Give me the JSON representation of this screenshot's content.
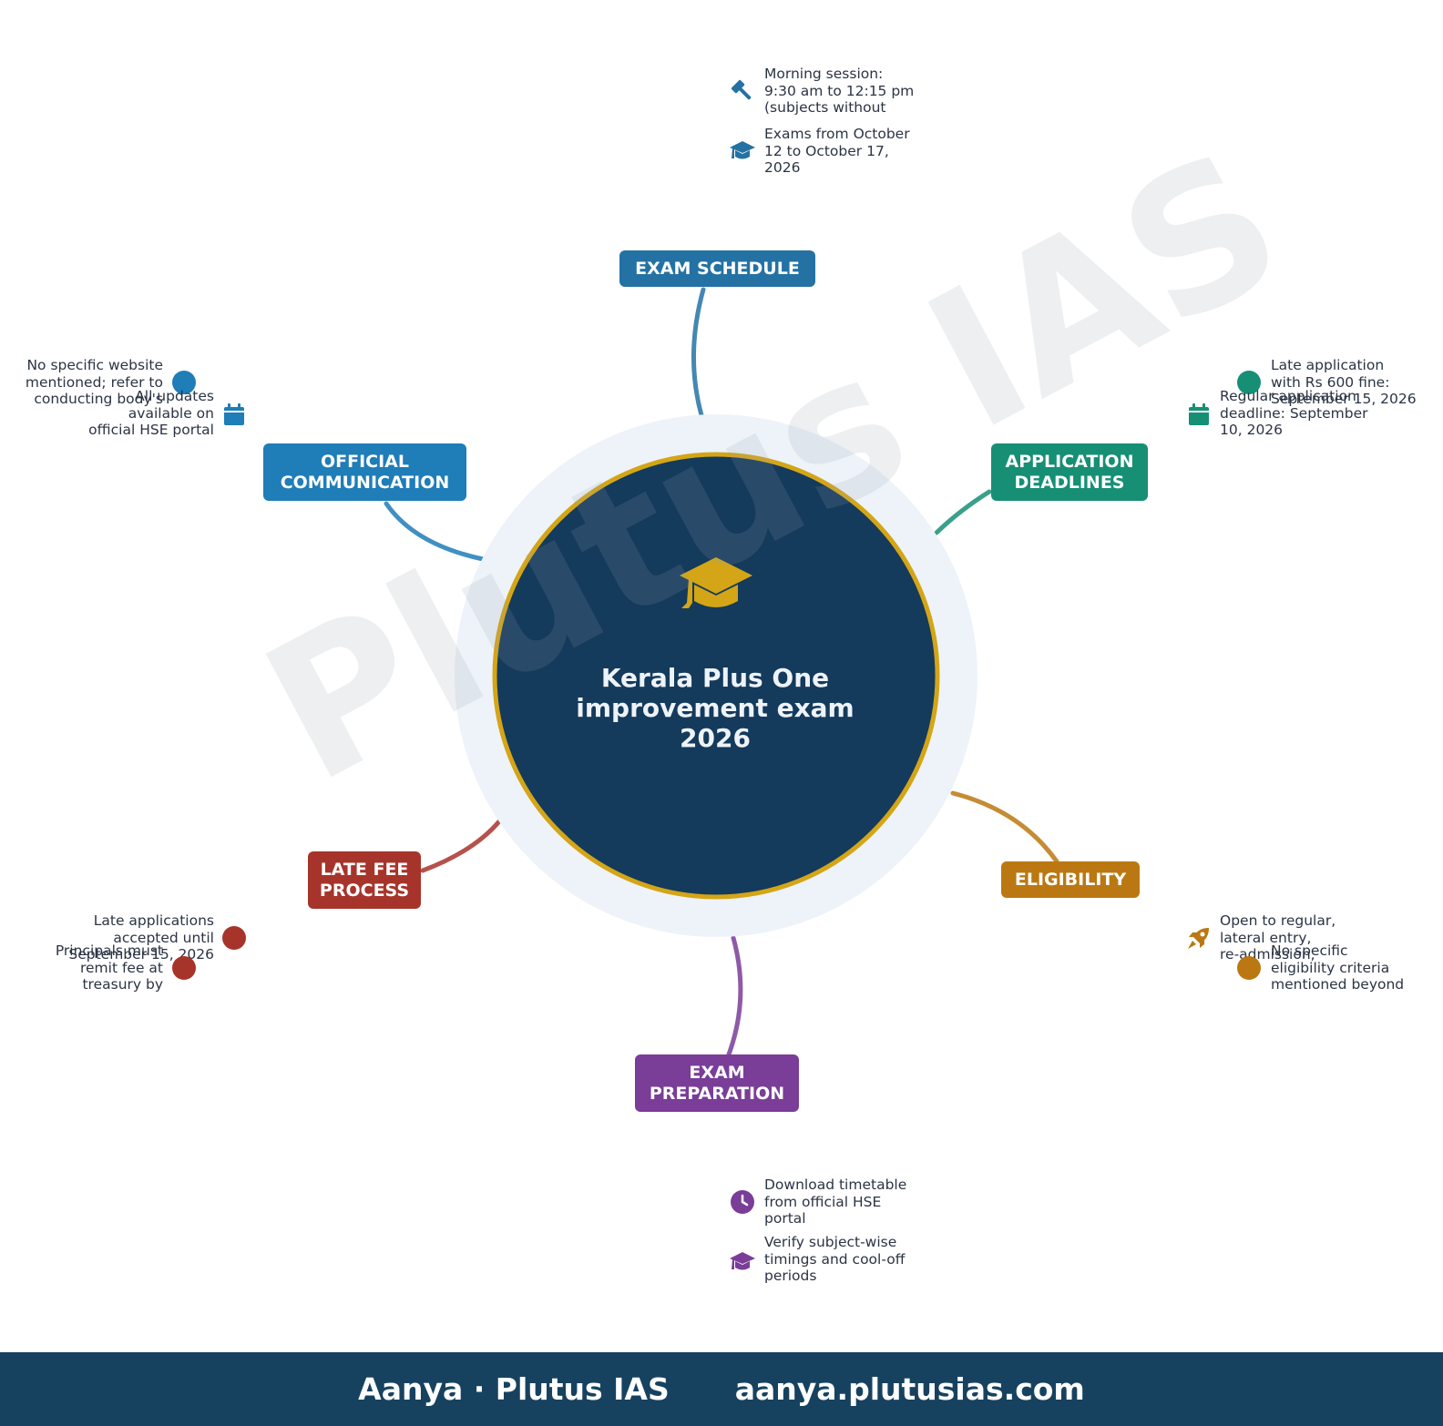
{
  "center": {
    "title": "Kerala Plus One\nimprovement exam\n2026",
    "icon": "graduation-cap-icon",
    "fill_color": "#143a5c",
    "ring_color": "#d4a516",
    "halo_color": "#eef3f9"
  },
  "watermark": "Plutus IAS",
  "branches": [
    {
      "id": "exam-schedule",
      "label": "EXAM SCHEDULE",
      "color": "#2472a4",
      "items": [
        {
          "icon": "gavel-icon",
          "text": "Morning session:\n9:30 am to 12:15 pm\n(subjects without"
        },
        {
          "icon": "graduation-cap-icon",
          "text": "Exams from October\n12 to October 17,\n2026"
        }
      ]
    },
    {
      "id": "application-deadlines",
      "label": "APPLICATION\nDEADLINES",
      "color": "#168f75",
      "items": [
        {
          "icon": "dot-icon",
          "text": "Late application\nwith Rs 600 fine:\nSeptember 15, 2026"
        },
        {
          "icon": "calendar-icon",
          "text": "Regular application\ndeadline: September\n10, 2026"
        }
      ]
    },
    {
      "id": "eligibility",
      "label": "ELIGIBILITY",
      "color": "#bb7812",
      "items": [
        {
          "icon": "rocket-icon",
          "text": "Open to regular,\nlateral entry,\nre-admission,"
        },
        {
          "icon": "dot-icon",
          "text": "No specific\neligibility criteria\nmentioned beyond"
        }
      ]
    },
    {
      "id": "exam-preparation",
      "label": "EXAM\nPREPARATION",
      "color": "#7a3d98",
      "items": [
        {
          "icon": "clock-icon",
          "text": "Download timetable\nfrom official HSE\nportal"
        },
        {
          "icon": "graduation-cap-icon",
          "text": "Verify subject-wise\ntimings and cool-off\nperiods"
        }
      ]
    },
    {
      "id": "late-fee-process",
      "label": "LATE FEE\nPROCESS",
      "color": "#a7342b",
      "items": [
        {
          "icon": "dot-icon",
          "text": "Late applications\naccepted until\nSeptember 15, 2026"
        },
        {
          "icon": "dot-icon",
          "text": "Principals must\nremit fee at\ntreasury by"
        }
      ]
    },
    {
      "id": "official-communication",
      "label": "OFFICIAL\nCOMMUNICATION",
      "color": "#1f7db8",
      "items": [
        {
          "icon": "dot-icon",
          "text": "No specific website\nmentioned; refer to\nconducting body's"
        },
        {
          "icon": "calendar-icon",
          "text": "All updates\navailable on\nofficial HSE portal"
        }
      ]
    }
  ],
  "footer": {
    "brand": "Aanya · Plutus IAS",
    "url": "aanya.plutusias.com",
    "background": "#17425f"
  }
}
